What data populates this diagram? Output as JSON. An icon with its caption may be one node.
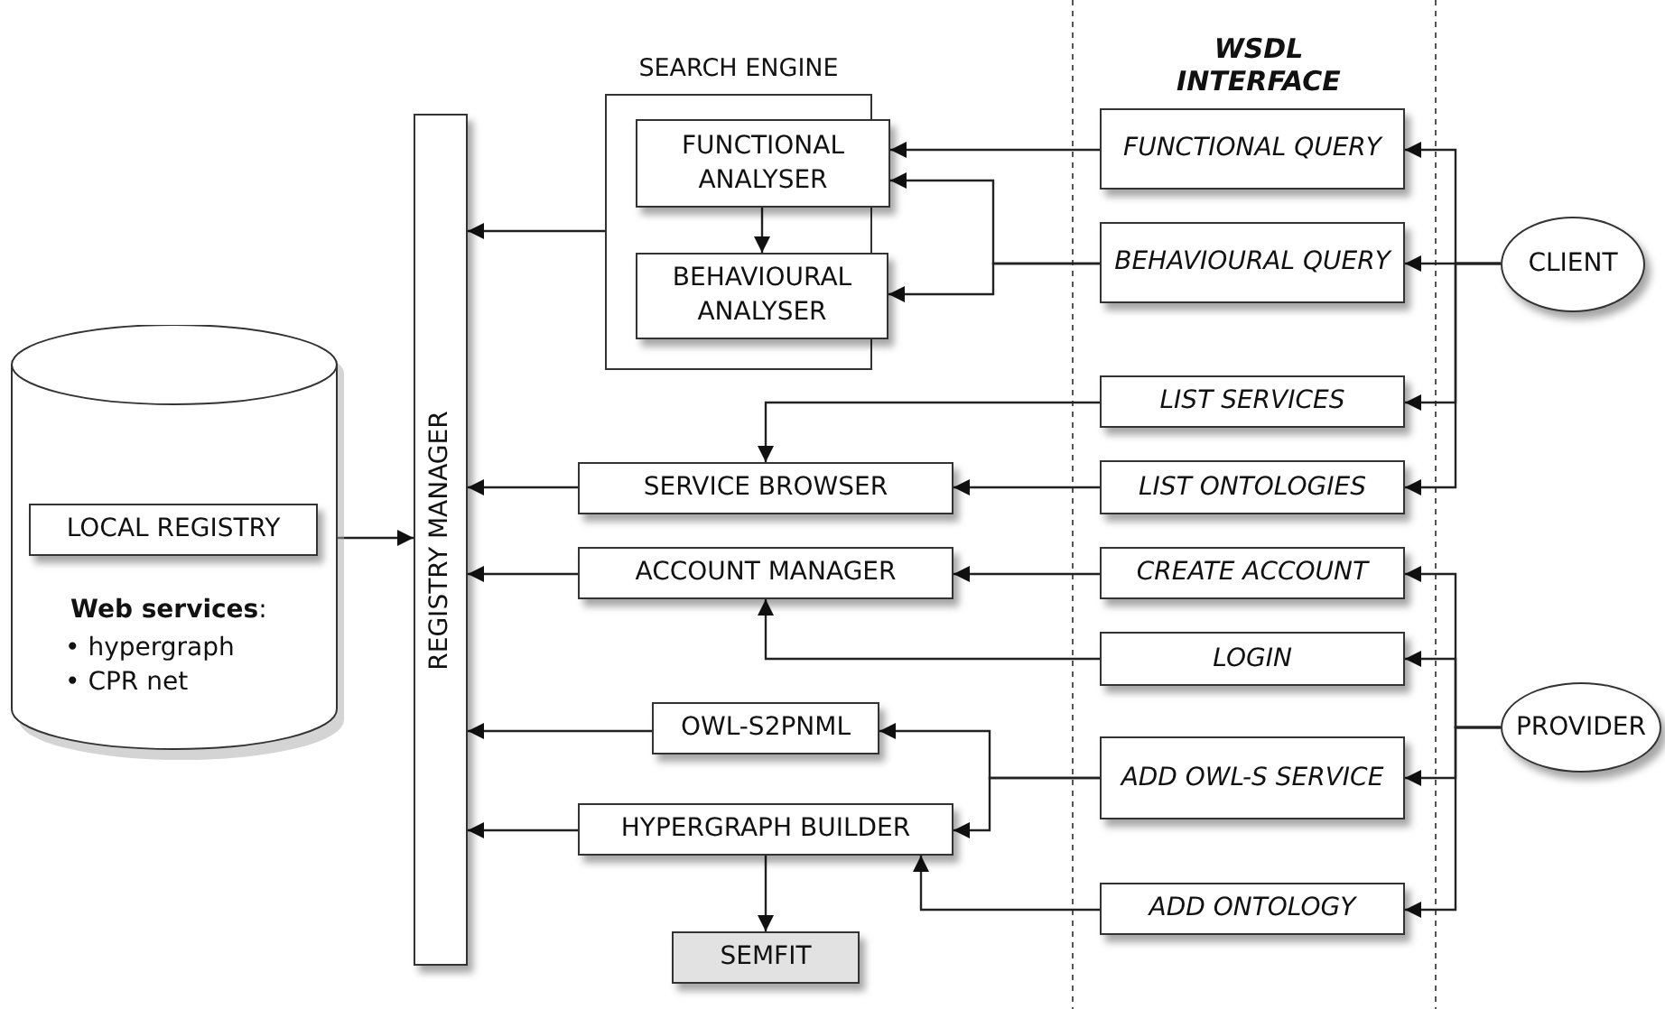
{
  "diagram": {
    "nodes": [
      {
        "text": [
          "SEARCH ENGINE"
        ]
      },
      {
        "text": [
          "FUNCTIONAL ANALYSER"
        ],
        "in": 0
      },
      {
        "text": [
          "BEHAVIOURAL ANALYSER"
        ],
        "in": 0
      },
      {
        "text": [
          "REGISTRY MANAGER"
        ]
      },
      {
        "text": [
          "**Web services**:",
          "• hypergraph",
          "• CPR net"
        ]
      },
      {
        "text": [
          "LOCAL REGISTRY"
        ],
        "in": 4
      },
      {
        "text": [
          "SERVICE BROWSER"
        ]
      },
      {
        "text": [
          "ACCOUNT MANAGER"
        ]
      },
      {
        "text": [
          "OWL-S2PNML"
        ]
      },
      {
        "text": [
          "HYPERGRAPH BUILDER"
        ]
      },
      {
        "text": [
          "SEMFIT"
        ]
      },
      {
        "text": [
          "FUNCTIONAL QUERY"
        ]
      },
      {
        "text": [
          "BEHAVIOURAL QUERY"
        ]
      },
      {
        "text": [
          "LIST SERVICES"
        ]
      },
      {
        "text": [
          "LIST ONTOLOGIES"
        ]
      },
      {
        "text": [
          "CREATE ACCOUNT"
        ]
      },
      {
        "text": [
          "LOGIN"
        ]
      },
      {
        "text": [
          "ADD OWL-S SERVICE"
        ]
      },
      {
        "text": [
          "ADD ONTOLOGY"
        ]
      },
      {
        "text": [
          "CLIENT"
        ]
      },
      {
        "text": [
          "PROVIDER"
        ]
      }
    ],
    "edges": [
      {
        "from": 0,
        "to": 3,
        "arrow": "to"
      },
      {
        "from": 1,
        "to": 2,
        "arrow": "to"
      },
      {
        "from": 11,
        "to": 1,
        "arrow": "to"
      },
      {
        "from": 12,
        "to": 1,
        "arrow": "to"
      },
      {
        "from": 12,
        "to": 2,
        "arrow": "to"
      },
      {
        "from": 4,
        "to": 3,
        "arrow": "to"
      },
      {
        "from": 13,
        "to": 6,
        "arrow": "to"
      },
      {
        "from": 14,
        "to": 6,
        "arrow": "to"
      },
      {
        "from": 6,
        "to": 3,
        "arrow": "to"
      },
      {
        "from": 15,
        "to": 7,
        "arrow": "to"
      },
      {
        "from": 16,
        "to": 7,
        "arrow": "to"
      },
      {
        "from": 7,
        "to": 3,
        "arrow": "to"
      },
      {
        "from": 17,
        "to": 8,
        "arrow": "to"
      },
      {
        "from": 17,
        "to": 9,
        "arrow": "to"
      },
      {
        "from": 8,
        "to": 3,
        "arrow": "to"
      },
      {
        "from": 18,
        "to": 9,
        "arrow": "to"
      },
      {
        "from": 9,
        "to": 3,
        "arrow": "to"
      },
      {
        "from": 9,
        "to": 10,
        "arrow": "to"
      },
      {
        "from": 19,
        "to": 11,
        "arrow": "to"
      },
      {
        "from": 19,
        "to": 12,
        "arrow": "to"
      },
      {
        "from": 19,
        "to": 13,
        "arrow": "to"
      },
      {
        "from": 19,
        "to": 14,
        "arrow": "to"
      },
      {
        "from": 20,
        "to": 15,
        "arrow": "to"
      },
      {
        "from": 20,
        "to": 16,
        "arrow": "to"
      },
      {
        "from": 20,
        "to": 17,
        "arrow": "to"
      },
      {
        "from": 20,
        "to": 18,
        "arrow": "to"
      }
    ],
    "labels": [
      "WSDL INTERFACE"
    ]
  }
}
